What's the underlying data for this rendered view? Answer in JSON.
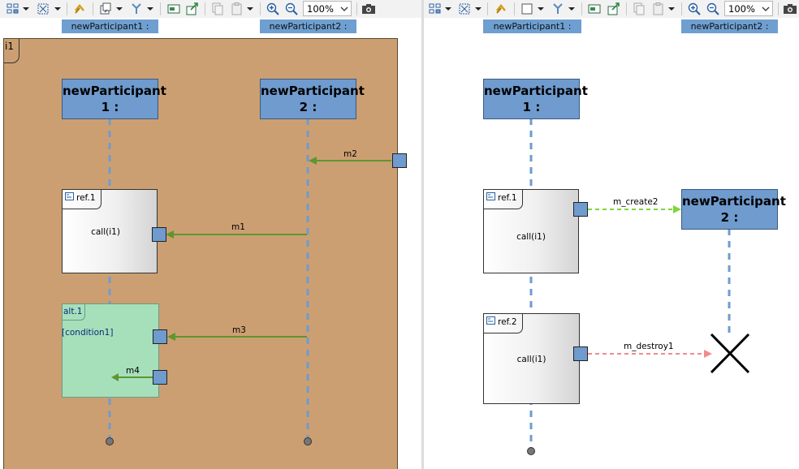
{
  "toolbar": {
    "zoom_value": "100%",
    "icons": [
      "layout-icon",
      "select-icon",
      "refresh-link-icon",
      "copy-frame-icon",
      "filter-icon",
      "view-icon",
      "export-icon",
      "copy-icon",
      "paste-icon",
      "zoom-in-icon",
      "zoom-out-icon",
      "camera-icon"
    ]
  },
  "left_pane": {
    "header_participants": [
      "newParticipant1 :",
      "newParticipant2 :"
    ],
    "frame_label": "i1",
    "participants": [
      {
        "line1": "newParticipant",
        "line2": "1 :"
      },
      {
        "line1": "newParticipant",
        "line2": "2 :"
      }
    ],
    "ref": {
      "label": "ref.1",
      "text": "call(i1)"
    },
    "alt": {
      "label": "alt.1",
      "condition": "[condition1]"
    },
    "messages": [
      "m2",
      "m1",
      "m3",
      "m4"
    ]
  },
  "right_pane": {
    "header_participants": [
      "newParticipant1 :",
      "newParticipant2 :"
    ],
    "participants": [
      {
        "line1": "newParticipant",
        "line2": "1 :"
      },
      {
        "line1": "newParticipant",
        "line2": "2 :"
      }
    ],
    "refs": [
      {
        "label": "ref.1",
        "text": "call(i1)"
      },
      {
        "label": "ref.2",
        "text": "call(i1)"
      }
    ],
    "messages": [
      "m_create2",
      "m_destroy1"
    ]
  },
  "colors": {
    "frame_bg": "#cc9f72",
    "participant_bg": "#6f9bce",
    "lifeline": "#6f9bce",
    "alt_bg": "#a6e0bb",
    "message_solid": "#5e9630",
    "message_create": "#7fd63c",
    "message_destroy": "#f08c8c"
  }
}
